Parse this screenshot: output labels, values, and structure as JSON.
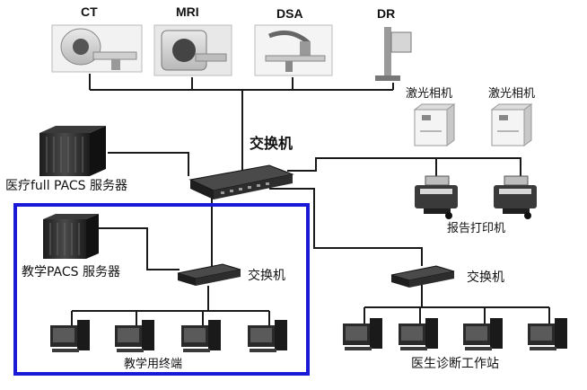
{
  "modalities": {
    "ct": "CT",
    "mri": "MRI",
    "dsa": "DSA",
    "dr": "DR"
  },
  "main_switch_label": "交换机",
  "laser_cameras": [
    "激光相机",
    "激光相机"
  ],
  "report_printer_label": "报告打印机",
  "full_pacs_server_label": "医疗full PACS 服务器",
  "teaching_pacs_server_label": "教学PACS 服务器",
  "teaching_switch_label": "交换机",
  "teaching_terminals_label": "教学用终端",
  "diagnosis_switch_label": "交换机",
  "diagnosis_workstations_label": "医生诊断工作站",
  "colors": {
    "teaching_zone_border": "#1a1ad6",
    "lines": "#1a1a1a",
    "device_gray": "#8a8a8a",
    "device_dark": "#2b2b2b"
  }
}
